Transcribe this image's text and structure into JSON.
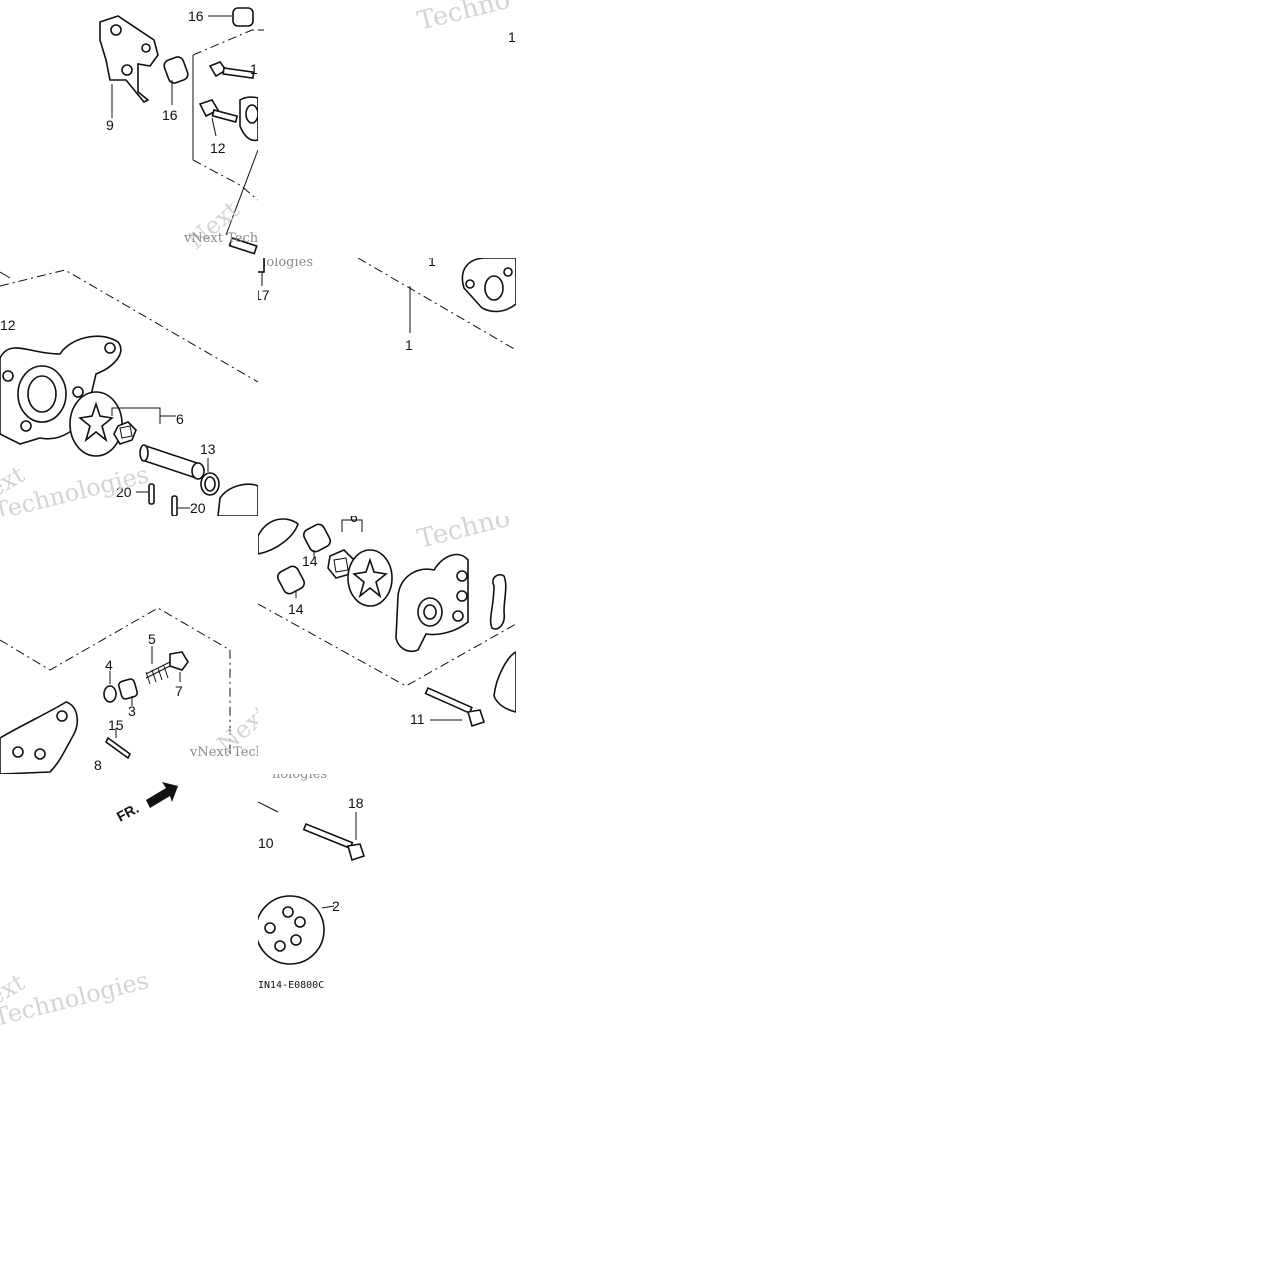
{
  "diagram": {
    "callouts": {
      "p16a": "16",
      "p16b": "16",
      "p9": "9",
      "p12a": "12",
      "p1top": "1",
      "p1trunc": "1",
      "p17": "17",
      "p1": "1",
      "p12b": "12",
      "p6": "6",
      "p13": "13",
      "p20a": "20",
      "p20b": "20",
      "p14a": "14",
      "p14b": "14",
      "p11": "11",
      "p5": "5",
      "p4": "4",
      "p3": "3",
      "p7": "7",
      "p15": "15",
      "p8": "8",
      "p18": "18",
      "p10": "10",
      "p2": "2"
    },
    "direction_marker": "FR.",
    "diagram_code": "IN14-E0800C",
    "watermarks": {
      "techno": "Techno",
      "vnext_tech": "vNext Tech",
      "vnext_technologies": "vNext Technologies",
      "nologies": "nologies",
      "next": "Next",
      "ext": "ext",
      "technologies": "Technologies"
    },
    "icons": [
      "bolt-icon",
      "collar-icon",
      "gear-icon",
      "rotor-icon",
      "spring-icon",
      "pump-housing-icon",
      "arrow-icon"
    ]
  }
}
